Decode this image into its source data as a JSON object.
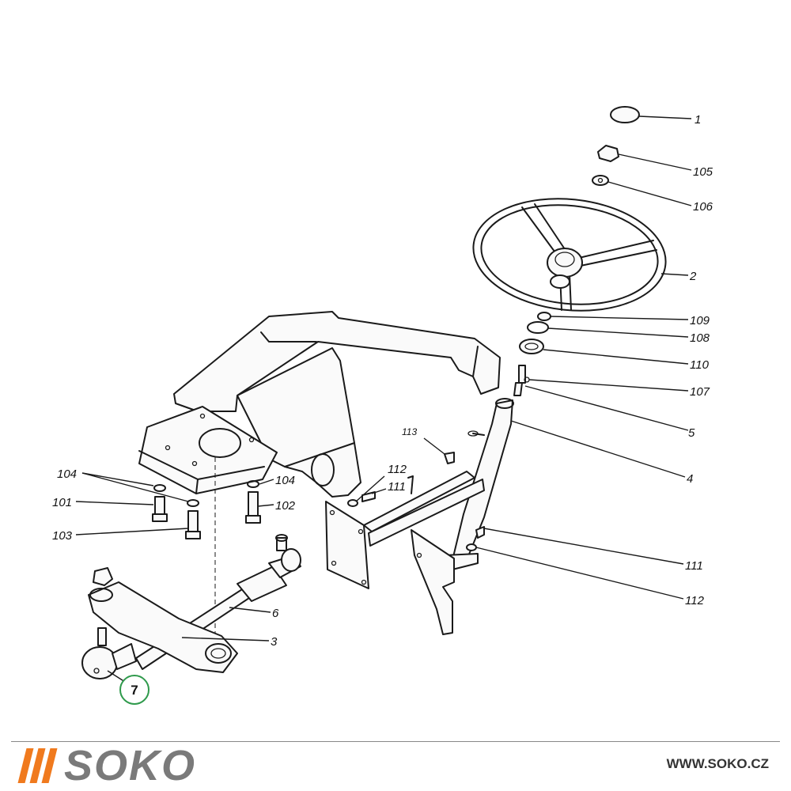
{
  "callouts": {
    "c1": "1",
    "c105": "105",
    "c106": "106",
    "c2": "2",
    "c109": "109",
    "c108": "108",
    "c110": "110",
    "c107": "107",
    "c5": "5",
    "c4": "4",
    "c113": "113",
    "c112a": "112",
    "c111a": "111",
    "c104a": "104",
    "c104b": "104",
    "c101": "101",
    "c102": "102",
    "c103": "103",
    "c6": "6",
    "c3": "3",
    "c111b": "111",
    "c112b": "112",
    "c7": "7"
  },
  "highlight": {
    "label": "7",
    "color": "#2f9a4c"
  },
  "footer": {
    "brand": "SOKO",
    "website": "WWW.SOKO.CZ",
    "brand_color": "#7a7a7a",
    "accent_color": "#f07a1e"
  }
}
